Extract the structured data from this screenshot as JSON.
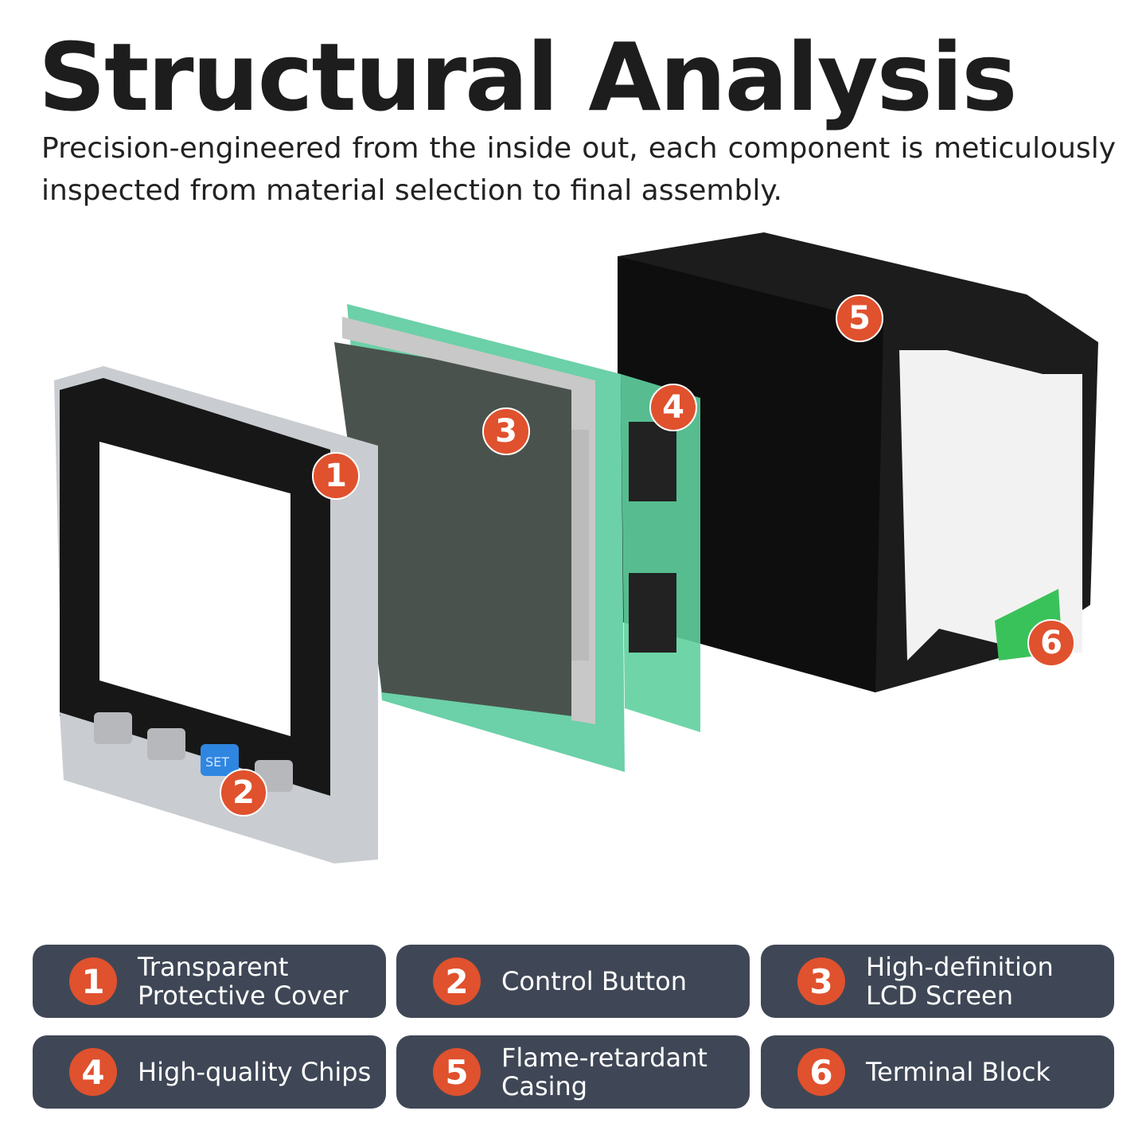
{
  "header": {
    "title": "Structural Analysis",
    "subtitle": "Precision-engineered from the inside out, each component is meticulously inspected from material selection to final assembly."
  },
  "device": {
    "set_button_label": "SET"
  },
  "components": [
    {
      "number": "1",
      "label": "Transparent\nProtective Cover"
    },
    {
      "number": "2",
      "label": "Control Button"
    },
    {
      "number": "3",
      "label": "High-definition\nLCD Screen"
    },
    {
      "number": "4",
      "label": "High-quality Chips"
    },
    {
      "number": "5",
      "label": "Flame-retardant\nCasing"
    },
    {
      "number": "6",
      "label": "Terminal Block"
    }
  ],
  "colors": {
    "badge": "#e0512e",
    "card": "#3f4756",
    "pcb": "#5fd0a0"
  }
}
